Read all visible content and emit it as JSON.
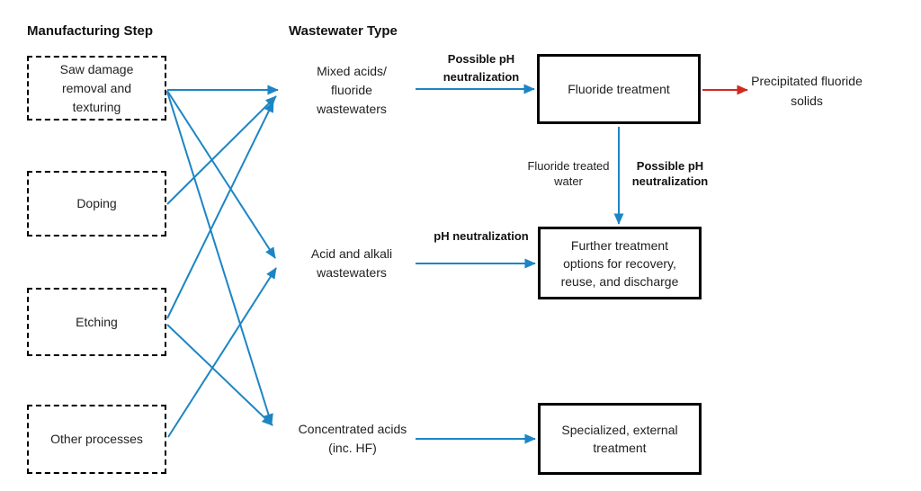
{
  "headers": {
    "manufacturing": "Manufacturing Step",
    "wastewater": "Wastewater Type"
  },
  "manufacturing_steps": [
    {
      "label": "Saw damage removal and texturing"
    },
    {
      "label": "Doping"
    },
    {
      "label": "Etching"
    },
    {
      "label": "Other processes"
    }
  ],
  "wastewater_types": [
    {
      "label": "Mixed acids/ fluoride wastewaters"
    },
    {
      "label": "Acid and alkali wastewaters"
    },
    {
      "label": "Concentrated acids (inc. HF)"
    }
  ],
  "treatments": [
    {
      "label": "Fluoride treatment"
    },
    {
      "label": "Further treatment options for recovery, reuse, and discharge"
    },
    {
      "label": "Specialized, external treatment"
    }
  ],
  "outputs": {
    "precipitated": "Precipitated fluoride solids"
  },
  "arrow_labels": {
    "mixed_to_fluoride": "Possible pH neutralization",
    "acid_to_further": "pH neutralization",
    "fluoride_to_further_left": "Fluoride treated water",
    "fluoride_to_further_right": "Possible pH neutralization"
  },
  "edges": [
    {
      "from": "Saw damage removal and texturing",
      "to": "Mixed acids/ fluoride wastewaters"
    },
    {
      "from": "Saw damage removal and texturing",
      "to": "Acid and alkali wastewaters"
    },
    {
      "from": "Saw damage removal and texturing",
      "to": "Concentrated acids (inc. HF)"
    },
    {
      "from": "Doping",
      "to": "Mixed acids/ fluoride wastewaters"
    },
    {
      "from": "Etching",
      "to": "Mixed acids/ fluoride wastewaters"
    },
    {
      "from": "Etching",
      "to": "Concentrated acids (inc. HF)"
    },
    {
      "from": "Other processes",
      "to": "Acid and alkali wastewaters"
    },
    {
      "from": "Mixed acids/ fluoride wastewaters",
      "to": "Fluoride treatment",
      "label": "Possible pH neutralization"
    },
    {
      "from": "Acid and alkali wastewaters",
      "to": "Further treatment options for recovery, reuse, and discharge",
      "label": "pH neutralization"
    },
    {
      "from": "Concentrated acids (inc. HF)",
      "to": "Specialized, external treatment"
    },
    {
      "from": "Fluoride treatment",
      "to": "Further treatment options for recovery, reuse, and discharge",
      "labels": [
        "Fluoride treated water",
        "Possible pH neutralization"
      ]
    },
    {
      "from": "Fluoride treatment",
      "to": "Precipitated fluoride solids",
      "color": "red"
    }
  ],
  "colors": {
    "flow_blue": "#1c85c4",
    "output_red": "#d02a1e",
    "box_border": "#000000"
  }
}
